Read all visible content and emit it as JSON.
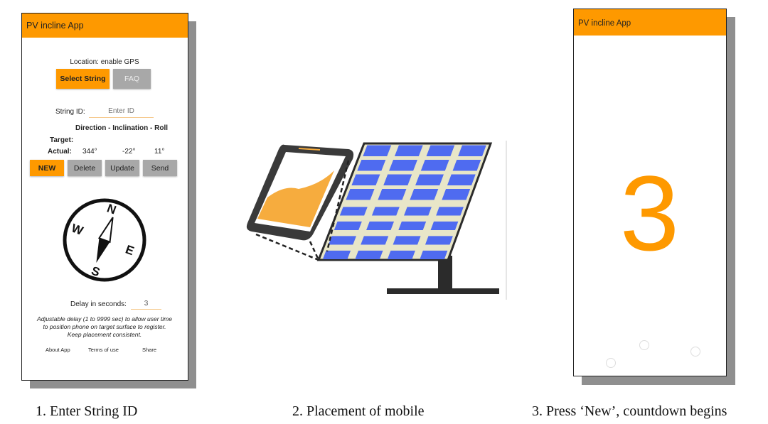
{
  "screen1": {
    "app_title": "PV incline App",
    "location_status": "Location: enable GPS",
    "select_string_label": "Select String",
    "faq_label": "FAQ",
    "string_id_label": "String ID:",
    "string_id_placeholder": "Enter ID",
    "column_header": "Direction - Inclination - Roll",
    "target_label": "Target:",
    "actual_label": "Actual:",
    "actual": {
      "direction": "344°",
      "inclination": "-22°",
      "roll": "11°"
    },
    "buttons": {
      "new": "NEW",
      "delete": "Delete",
      "update": "Update",
      "send": "Send"
    },
    "compass": {
      "n": "N",
      "e": "E",
      "s": "S",
      "w": "W"
    },
    "delay_label": "Delay in seconds:",
    "delay_value": "3",
    "delay_help": "Adjustable delay (1 to 9999 sec) to allow user time to position phone on target surface to register.  Keep placement consistent.",
    "footer": {
      "about": "About App",
      "terms": "Terms of use",
      "share": "Share"
    }
  },
  "screen3": {
    "app_title": "PV incline App",
    "countdown": "3"
  },
  "colors": {
    "accent": "#fe9900",
    "button_gray": "#a8a8a8",
    "panel_blue": "#4f6bf0"
  },
  "captions": [
    "1. Enter String ID",
    "2. Placement of mobile",
    "3. Press ‘New’, countdown begins"
  ]
}
